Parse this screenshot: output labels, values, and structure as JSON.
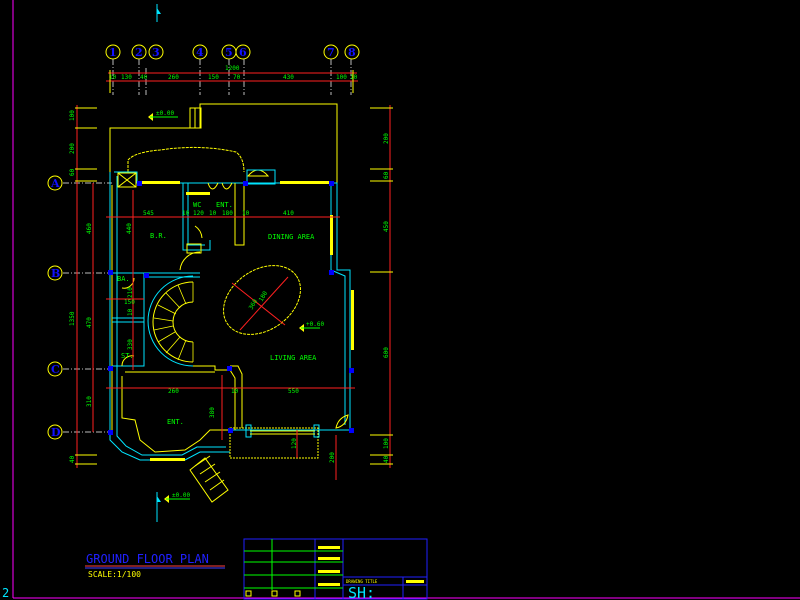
{
  "drawing": {
    "title": "GROUND FLOOR PLAN",
    "scale": "SCALE:1/100",
    "corner_number": "2",
    "colors": {
      "background": "#000000",
      "wall": "#00e5ff",
      "line": "#ffff00",
      "dimension": "#ff2020",
      "text": "#00ff00",
      "axis": "#1010ff",
      "frame": "#ff00ff"
    }
  },
  "axes": {
    "columns": [
      "1",
      "2",
      "3",
      "4",
      "5",
      "6",
      "7",
      "8"
    ],
    "rows": [
      "A",
      "B",
      "C",
      "D"
    ]
  },
  "top_dims": {
    "total": "1200",
    "segments": [
      "10",
      "130",
      "40",
      "260",
      "150",
      "70",
      "430",
      "100",
      "10"
    ]
  },
  "left_dims": {
    "outer": [
      "100",
      "200",
      "60",
      "1350",
      "40"
    ],
    "inner": [
      "460",
      "470",
      "310"
    ]
  },
  "right_dims": [
    "200",
    "60",
    "450",
    "600",
    "100",
    "40"
  ],
  "rooms": {
    "bedroom": "B.R.",
    "wc": "WC",
    "entry_upper": "ENT.",
    "dining": "DINING AREA",
    "bath": "BA.",
    "store": "ST.",
    "living": "LIVING AREA",
    "entry_lower": "ENT."
  },
  "inner_dims": {
    "row1": [
      "545",
      "10",
      "120",
      "10",
      "180",
      "10",
      "410"
    ],
    "br_height": "440",
    "stair": [
      "210",
      "150",
      "10",
      "330"
    ],
    "row2": [
      "260",
      "10",
      "550"
    ],
    "ent_height": "380",
    "porch": "120",
    "step": "200",
    "ellipse": [
      "360",
      "180"
    ]
  },
  "levels": {
    "top": "±0.00",
    "living": "+0.60",
    "bottom": "±0.00"
  },
  "title_block": {
    "drawing_title": "DRAWING TITLE",
    "sheet": "SH:"
  }
}
